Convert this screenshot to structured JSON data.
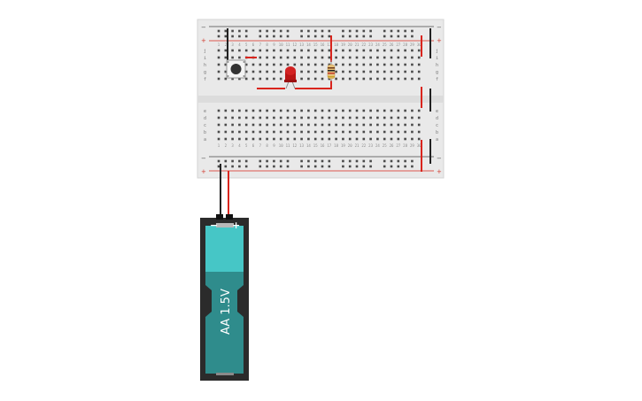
{
  "breadboard": {
    "rail_plus": "+",
    "rail_minus": "−",
    "rows_top": [
      "j",
      "i",
      "h",
      "g",
      "f"
    ],
    "rows_bottom": [
      "e",
      "d",
      "c",
      "b",
      "a"
    ],
    "columns": [
      "1",
      "2",
      "3",
      "4",
      "5",
      "6",
      "7",
      "8",
      "9",
      "10",
      "11",
      "12",
      "13",
      "14",
      "15",
      "16",
      "17",
      "18",
      "19",
      "20",
      "21",
      "22",
      "23",
      "24",
      "25",
      "26",
      "27",
      "28",
      "29",
      "30"
    ]
  },
  "battery": {
    "label": "AA 1.5V",
    "minus_label": "−",
    "plus_label": "+"
  },
  "colors": {
    "board": "#e8e8e8",
    "wire_red": "#d9251d",
    "wire_black": "#222222",
    "battery_body": "#2f8c8c",
    "battery_top": "#46c6c6",
    "led_red": "#c81d1d",
    "resistor_body": "#e8c27a"
  }
}
